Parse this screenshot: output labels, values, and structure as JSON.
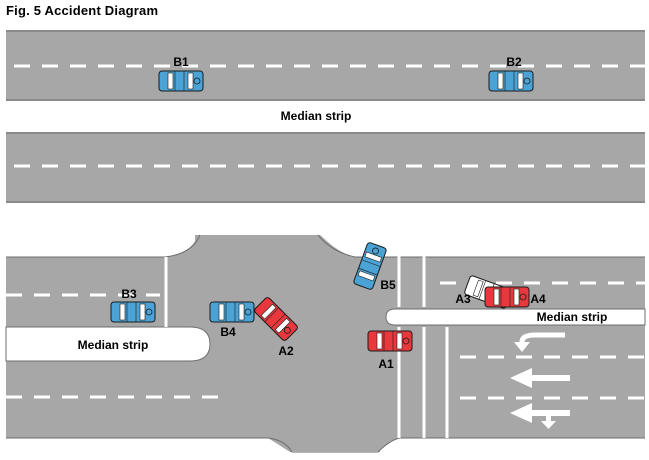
{
  "figure": {
    "title": "Fig. 5  Accident Diagram"
  },
  "labels": {
    "median_top": "Median strip",
    "median_left": "Median strip",
    "median_right": "Median strip"
  },
  "vehicles": [
    {
      "id": "B1",
      "label": "B1",
      "color": "#4aa3d4"
    },
    {
      "id": "B2",
      "label": "B2",
      "color": "#4aa3d4"
    },
    {
      "id": "B3",
      "label": "B3",
      "color": "#4aa3d4"
    },
    {
      "id": "B4",
      "label": "B4",
      "color": "#4aa3d4"
    },
    {
      "id": "B5",
      "label": "B5",
      "color": "#4aa3d4"
    },
    {
      "id": "A1",
      "label": "A1",
      "color": "#e8383d"
    },
    {
      "id": "A2",
      "label": "A2",
      "color": "#e8383d"
    },
    {
      "id": "A3",
      "label": "A3",
      "color": "#ffffff"
    },
    {
      "id": "A4",
      "label": "A4",
      "color": "#e8383d"
    }
  ],
  "colors": {
    "road": "#a7a7a7",
    "median": "#ffffff",
    "lane_marking": "#ffffff",
    "vehicle_b": "#4aa3d4",
    "vehicle_a": "#e8383d",
    "arrow": "#ffffff"
  },
  "icons": [
    "car-icon",
    "left-turn-arrow-icon",
    "straight-arrow-icon",
    "straight-or-right-arrow-icon"
  ]
}
